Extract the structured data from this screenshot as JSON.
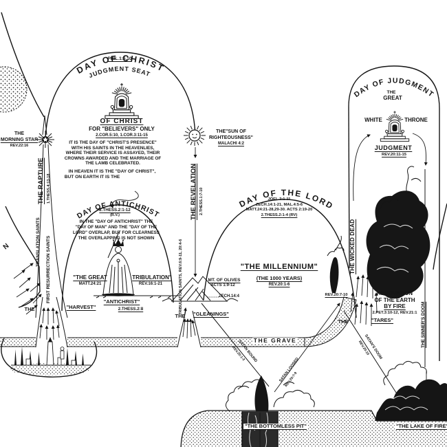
{
  "colors": {
    "ink": "#151515",
    "paper": "#ffffff"
  },
  "arches": {
    "day_of_christ": {
      "title": "DAY OF CHRIST",
      "ref": "PHIL.1:6,10"
    },
    "judgment_seat": {
      "arc_title": "JUDGMENT SEAT",
      "of_christ": "OF CHRIST",
      "for_line": "FOR \"BELIEVERS\" ONLY",
      "refs": "2.COR.5:10, 1.COR.3:11-15",
      "body": [
        "IT IS THE DAY OF \"CHRIST'S PRESENCE\"",
        "WITH HIS SAINTS IN THE HEAVENLIES,",
        "WHERE THEIR SERVICE IS ASSAYED, THEIR",
        "CROWNS AWARDED AND THE MARRIAGE OF",
        "THE LAMB CELEBRATED.",
        "IN HEAVEN IT IS THE \"DAY OF CHRIST\",",
        "BUT ON EARTH IT IS THE"
      ]
    },
    "day_of_antichrist": {
      "title": "DAY OF ANTICHRIST",
      "ref": "2.THESS.2:1-12",
      "ref2": "(R.V.)",
      "body": [
        "IN THE \"DAY OF ANTICHRIST\" THE",
        "\"DAY OF MAN\" AND THE \"DAY OF THE",
        "LORD\" OVERLAP, BUT FOR CLEARNESS",
        "THE OVERLAPPING IS NOT SHOWN"
      ]
    },
    "day_of_the_lord": {
      "title": "DAY OF THE LORD",
      "refs": [
        "JOEL 2:1-11",
        "ZECH.14:1-21, MAL.4:5-6",
        "MATT.24:21-28,29-30. ACTS 2:19-20",
        "2.THESS.2:1-4 (RV)"
      ]
    },
    "day_of_judgment": {
      "title": "DAY OF JUDGMENT",
      "the": "THE",
      "great": "GREAT",
      "white": "WHITE",
      "throne": "THRONE",
      "judgment": "JUDGMENT",
      "ref": "REV.20:11-15"
    }
  },
  "left_side": {
    "morning_star_the": "THE",
    "morning_star": "MORNING STAR",
    "morning_star_ref": "REV.22:16",
    "rapture": "THE RAPTURE",
    "rapture_ref": "1.THESS.4:13-18",
    "translation_saints": "TRANSLATION SAINTS",
    "first_resurrection_saints": "FIRST RESURRECTION SAINTS",
    "cutoff_arc_letter": "N"
  },
  "tribulation": {
    "great_1": "\"THE GREAT",
    "great_1_ref": "MATT.24:21",
    "great_2": "TRIBULATION\"",
    "great_2_ref": "REV.16:1-21",
    "antichrist": "\"ANTICHRIST\"",
    "antichrist_ref": "2.THESS.2:8"
  },
  "revelation": {
    "label": "THE REVELATION",
    "ref": "2.THESS.1:7-10",
    "sun_line1": "THE\"SUN OF",
    "sun_line2": "RIGHTEOUSNESS\"",
    "sun_ref": "MALACHI 4:2",
    "tribulation_saints": "TRIBULATION SAINTS, REV.6:9-11, 20:4-6"
  },
  "olivet": {
    "name": "MT. OF OLIVES",
    "ref1": "ACTS 1:9-12",
    "ref2": "ZECH.14:4"
  },
  "millennium": {
    "title": "\"THE MILLENNIUM\"",
    "subtitle": "(THE 1000 YEARS)",
    "ref": "REV.20:1-6",
    "satan_release_ref": "REV.20:7-10"
  },
  "funnels": {
    "harvest_the": "THE",
    "harvest": "\"HARVEST\"",
    "gleanings_the": "THE",
    "gleanings": "\"GLEANINGS\"",
    "tares_the": "THE",
    "tares": "\"TARES\""
  },
  "right_side": {
    "wicked_dead": "THE WICKED DEAD",
    "renovation": [
      "RENOVATION",
      "OF THE EARTH",
      "BY FIRE"
    ],
    "renovation_ref": "2.PET.3:10-12, REV.21:1",
    "sinners_doom": "THE SINNER'S DOOM"
  },
  "underworld": {
    "grave": "THE GRAVE",
    "satan_bound": "SATAN BOUND",
    "satan_bound_ref": "REV.20:1-3",
    "satan_loosed": "SATAN LOOSED",
    "satan_loosed_ref": "REV.20:7-9",
    "satans_doom": "SATAN'S DOOM",
    "satans_doom_ref": "REV.20:10",
    "bottomless_pit": "\"THE BOTTOMLESS PIT\"",
    "lake_of_fire": "\"THE LAKE OF FIRE\""
  }
}
